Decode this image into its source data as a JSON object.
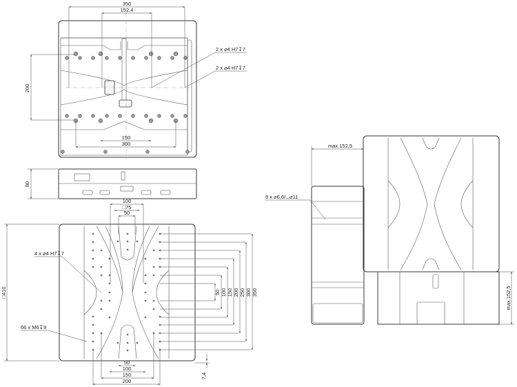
{
  "top_view": {
    "dim_width": "350",
    "dim_hole_spacing": "152,4",
    "dim_height": "200",
    "dim_bottom_inner": "150",
    "dim_bottom_outer": "300",
    "note_pin_1": "2 x ⌀4 H7↧7",
    "note_pin_2": "2 x ⌀4 H7↧7"
  },
  "side_view": {
    "dim_height": "80"
  },
  "plate_view": {
    "dim_top_100": "100",
    "dim_top_75": "□75",
    "dim_top_50": "50",
    "note_pins": "4 x ⌀4 H7↧7",
    "note_threads": "66 x M6↧9",
    "dim_square": "□410",
    "dims_right": [
      "50",
      "100",
      "150",
      "200",
      "250",
      "300",
      "350"
    ],
    "dims_bottom": [
      "50",
      "100",
      "150",
      "200"
    ],
    "dim_offset": "7,4"
  },
  "iso_view": {
    "dim_max_left": "max.152,5",
    "note_mount": "8 x ⌀6,6/⌴⌀11",
    "dim_max_right": "max.152,5"
  }
}
